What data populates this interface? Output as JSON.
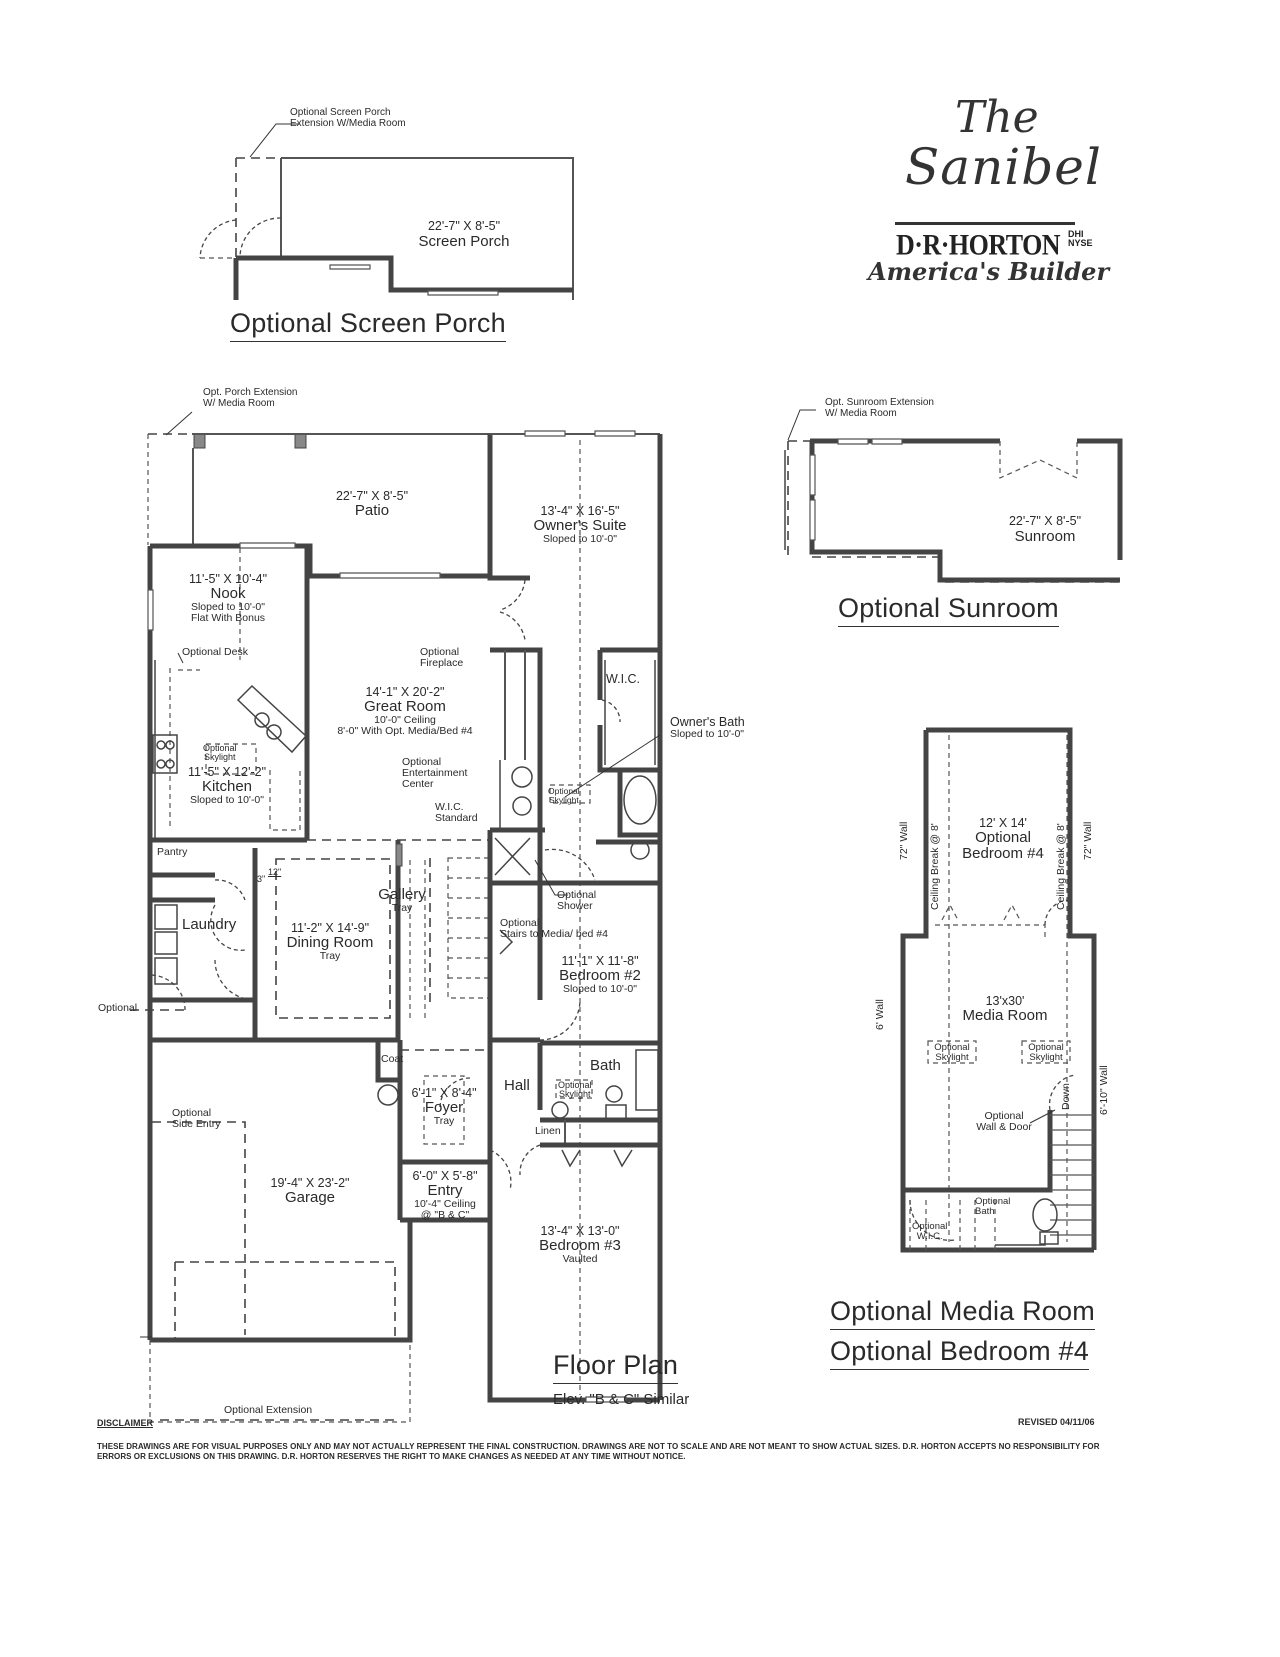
{
  "title": {
    "line1": "The",
    "line2": "Sanibel",
    "brand": "D·R·HORTON",
    "brand_mark": "°",
    "ticker_top": "DHI",
    "ticker_bottom": "NYSE",
    "tagline": "America's Builder"
  },
  "screen_porch": {
    "heading": "Optional Screen Porch",
    "callout_line1": "Optional Screen Porch",
    "callout_line2": "Extension W/Media Room",
    "dim": "22'-7\" X 8'-5\"",
    "name": "Screen Porch"
  },
  "sunroom": {
    "heading": "Optional Sunroom",
    "callout_line1": "Opt. Sunroom Extension",
    "callout_line2": "W/ Media Room",
    "dim": "22'-7\" X 8'-5\"",
    "name": "Sunroom"
  },
  "floor_plan": {
    "heading": "Floor Plan",
    "subheading": "Elev. \"B & C\" Similar",
    "porch_callout_line1": "Opt. Porch Extension",
    "porch_callout_line2": "W/ Media Room",
    "rooms": {
      "patio": {
        "dim": "22'-7\" X 8'-5\"",
        "name": "Patio"
      },
      "owners_suite": {
        "dim": "13'-4\" X 16'-5\"",
        "name": "Owner's Suite",
        "note": "Sloped to 10'-0\""
      },
      "nook": {
        "dim": "11'-5\" X 10'-4\"",
        "name": "Nook",
        "note1": "Sloped to 10'-0\"",
        "note2": "Flat With Bonus"
      },
      "great_room": {
        "dim": "14'-1\" X 20'-2\"",
        "name": "Great Room",
        "note1": "10'-0\" Ceiling",
        "note2": "8'-0\" With Opt. Media/Bed #4"
      },
      "kitchen": {
        "dim": "11'-5\" X 12'-2\"",
        "name": "Kitchen",
        "note": "Sloped to 10'-0\""
      },
      "dining_room": {
        "dim": "11'-2\" X 14'-9\"",
        "name": "Dining Room",
        "note": "Tray"
      },
      "gallery": {
        "name": "Gallery",
        "note": "Tray"
      },
      "bedroom2": {
        "dim": "11'-1\" X 11'-8\"",
        "name": "Bedroom #2",
        "note": "Sloped to 10'-0\""
      },
      "garage": {
        "dim": "19'-4\" X 23'-2\"",
        "name": "Garage"
      },
      "foyer": {
        "dim": "6'-1\" X 8'-4\"",
        "name": "Foyer",
        "note": "Tray"
      },
      "entry": {
        "dim": "6'-0\" X 5'-8\"",
        "name": "Entry",
        "note1": "10'-4\" Ceiling",
        "note2": "@ \"B & C\""
      },
      "bedroom3": {
        "dim": "13'-4\" X 13'-0\"",
        "name": "Bedroom #3",
        "note": "Vaulted"
      }
    },
    "labels": {
      "pantry": "Pantry",
      "laundry": "Laundry",
      "hall": "Hall",
      "bath": "Bath",
      "linen": "Linen",
      "coat": "Coat",
      "wic": "W.I.C.",
      "optional_side": "Optional",
      "tray_dim_a": "3\"",
      "tray_dim_b": "12\""
    },
    "callouts": {
      "optional_desk": "Optional Desk",
      "optional_fireplace_1": "Optional",
      "optional_fireplace_2": "Fireplace",
      "owners_bath_1": "Owner's Bath",
      "owners_bath_2": "Sloped to 10'-0\"",
      "ent_center_1": "Optional",
      "ent_center_2": "Entertainment",
      "ent_center_3": "Center",
      "wic_standard_1": "W.I.C.",
      "wic_standard_2": "Standard",
      "optional_shower_1": "Optional",
      "optional_shower_2": "Shower",
      "optional_stairs_1": "Optional",
      "optional_stairs_2": "Stairs to Media/ bed #4",
      "skylight_1": "Optional",
      "skylight_2": "Skylight",
      "side_entry_1": "Optional",
      "side_entry_2": "Side Entry",
      "optional_extension": "Optional Extension"
    }
  },
  "media_room": {
    "heading1": "Optional Media Room",
    "heading2": "Optional Bedroom #4",
    "bedroom4": {
      "dim": "12' X 14'",
      "name1": "Optional",
      "name2": "Bedroom #4"
    },
    "media": {
      "dim": "13'x30'",
      "name": "Media Room"
    },
    "labels": {
      "wall_72_left": "72\" Wall",
      "wall_72_right": "72\" Wall",
      "ceiling_break_left": "Ceiling Break @ 8'",
      "ceiling_break_right": "Ceiling Break @ 8'",
      "wall_6": "6' Wall",
      "wall_6_10": "6'-10\" Wall",
      "down": "Down",
      "skylight_1": "Optional",
      "skylight_2": "Skylight",
      "wall_door_1": "Optional",
      "wall_door_2": "Wall & Door",
      "opt_wic_1": "Optional",
      "opt_wic_2": "W.I.C.",
      "opt_bath_1": "Optional",
      "opt_bath_2": "Bath"
    }
  },
  "footer": {
    "disclaimer_title": "DISCLAIMER",
    "revised": "REVISED 04/11/06",
    "disclaimer_text": "THESE DRAWINGS ARE FOR VISUAL PURPOSES ONLY AND MAY NOT ACTUALLY REPRESENT THE FINAL CONSTRUCTION. DRAWINGS ARE NOT TO SCALE AND ARE NOT MEANT TO SHOW ACTUAL SIZES. D.R. HORTON ACCEPTS NO RESPONSIBILITY FOR ERRORS OR EXCLUSIONS ON THIS DRAWING. D.R. HORTON RESERVES THE RIGHT TO MAKE CHANGES AS NEEDED AT ANY TIME WITHOUT NOTICE."
  }
}
